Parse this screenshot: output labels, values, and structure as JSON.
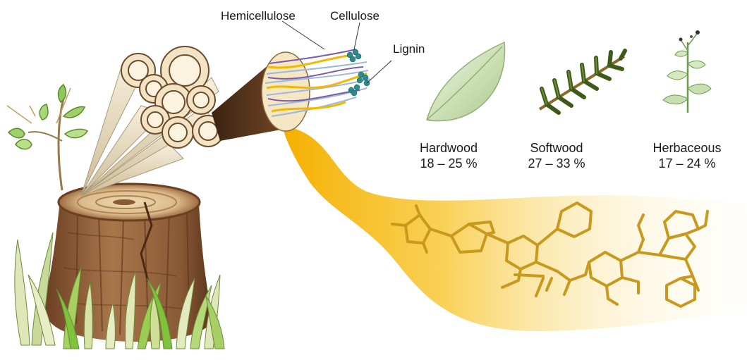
{
  "labels": {
    "hemicellulose": "Hemicellulose",
    "cellulose": "Cellulose",
    "lignin": "Lignin"
  },
  "plant_types": [
    {
      "name": "Hardwood",
      "range": "18 – 25 %",
      "icon": "leaf-icon"
    },
    {
      "name": "Softwood",
      "range": "27 – 33 %",
      "icon": "conifer-branch-icon"
    },
    {
      "name": "Herbaceous",
      "range": "17 – 24 %",
      "icon": "herb-plant-icon"
    }
  ],
  "colors": {
    "lignin_gold": "#c9991e",
    "lignin_ribbon": "#f5b800",
    "hemicellulose_purple": "#7a5aa8",
    "cellulose_teal": "#2a8c8c",
    "stump_brown": "#8a5a36",
    "wood_cream": "#efe1c2",
    "grass_green": "#7dbb3c"
  }
}
